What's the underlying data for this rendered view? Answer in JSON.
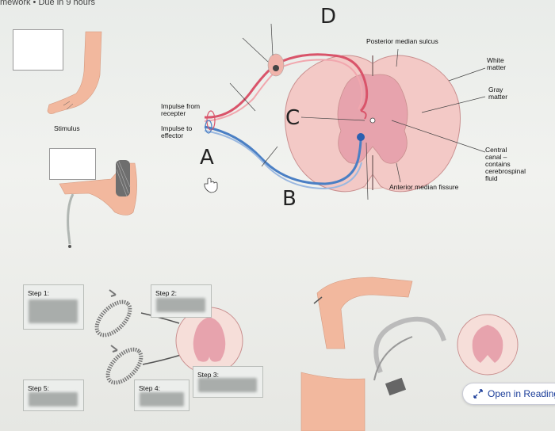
{
  "top_bar": {
    "text": "mework • Due in 9 hours"
  },
  "labels": {
    "stimulus": "Stimulus",
    "impulse_from": "Impulse from\nrecepter",
    "impulse_to": "Impulse to\neffector",
    "posterior_sulcus": "Posterior median sulcus",
    "white_matter": "White\nmatter",
    "gray_matter": "Gray\nmatter",
    "central_canal": "Central\ncanal –\ncontains\ncerebrospinal\nfluid",
    "anterior_fissure": "Anterior median fissure"
  },
  "handwritten": {
    "A": "A",
    "B": "B",
    "C": "C",
    "D": "D"
  },
  "steps": {
    "step1": "Step 1:",
    "step2": "Step 2:",
    "step3": "Step 3:",
    "step4": "Step 4:",
    "step5": "Step 5:"
  },
  "open_reading": {
    "label": "Open in Reading"
  },
  "colors": {
    "sensory": "#d9546a",
    "motor": "#4a7fc4",
    "cord": "#f3c9c6",
    "gray": "#e7a3ad"
  }
}
